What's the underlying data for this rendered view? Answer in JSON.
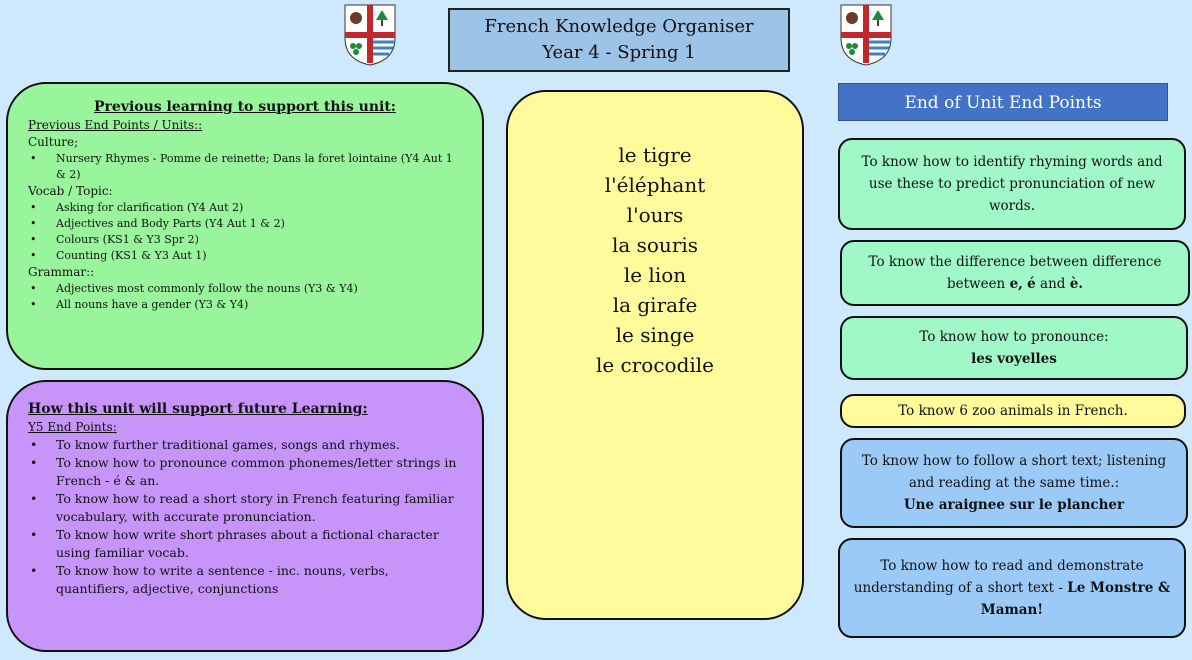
{
  "title": {
    "line1": "French Knowledge Organiser",
    "line2": "Year 4 - Spring 1"
  },
  "previous": {
    "heading": "Previous learning to support this unit:",
    "subheading": "Previous End Points / Units::",
    "culture_label": "Culture;",
    "culture_items": [
      "Nursery Rhymes - Pomme de reinette; Dans la foret lointaine (Y4 Aut 1 & 2)"
    ],
    "vocab_label": "Vocab / Topic:",
    "vocab_items": [
      "Asking for clarification (Y4 Aut 2)",
      "Adjectives and Body Parts (Y4 Aut 1 & 2)",
      "Colours (KS1 & Y3 Spr 2)",
      "Counting (KS1 & Y3 Aut 1)"
    ],
    "grammar_label": "Grammar::",
    "grammar_items": [
      "Adjectives most commonly follow the nouns (Y3 & Y4)",
      "All nouns have a gender (Y3 & Y4)"
    ]
  },
  "future": {
    "heading": "How this unit will support future Learning:",
    "subheading": "Y5 End Points:",
    "items": [
      "To know further traditional games, songs and rhymes.",
      "To know how to pronounce common phonemes/letter strings in French - é & an.",
      "To know how to read a short story in French featuring familiar vocabulary, with accurate pronunciation.",
      "To know how write short phrases about a fictional character using familiar vocab.",
      "To know how to write a sentence - inc. nouns, verbs, quantifiers, adjective, conjunctions"
    ]
  },
  "vocab_words": [
    "le tigre",
    "l'éléphant",
    "l'ours",
    "la souris",
    "le lion",
    "la girafe",
    "le singe",
    "le crocodile"
  ],
  "end_points": {
    "title": "End of Unit End Points",
    "ep1": "To know how to identify rhyming words and use these to predict pronunciation of new words.",
    "ep2_text": "To know the difference between difference between",
    "ep2_bold1": "e,",
    "ep2_bold2": "é",
    "ep2_and": "and",
    "ep2_bold3": "è.",
    "ep3_text": "To know how to pronounce:",
    "ep3_bold": "les voyelles",
    "ep4": "To know 6 zoo animals in French.",
    "ep5_text": "To know how to follow a short text; listening and reading at the same time.:",
    "ep5_bold": "Une araignee sur le plancher",
    "ep6_text": "To know how to read and demonstrate understanding of a short text -",
    "ep6_bold": "Le Monstre & Maman!"
  },
  "colors": {
    "background": "#cde9fb",
    "prev_panel": "#99f59b",
    "future_panel": "#c795fa",
    "vocab_panel": "#fffb9c",
    "title_box": "#9dc3e6",
    "end_title": "#4472c4",
    "ep_green": "#a0f7c8",
    "ep_blue": "#9ccaf7"
  }
}
